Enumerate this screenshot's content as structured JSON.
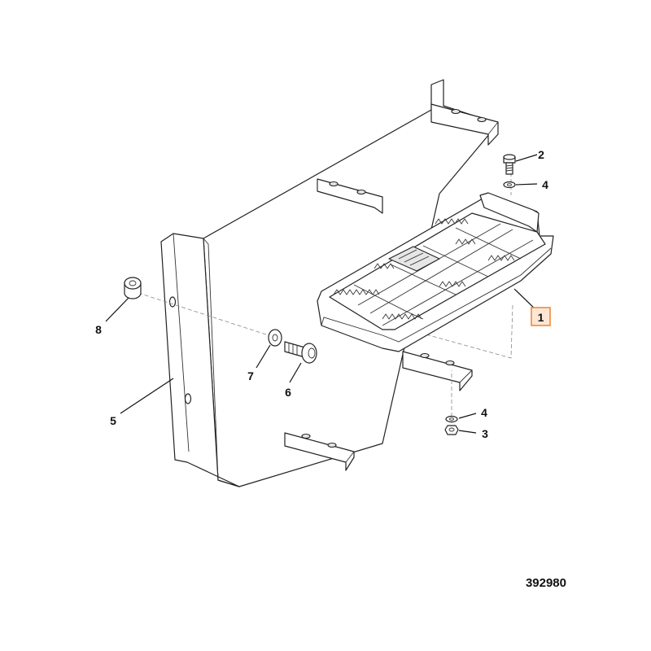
{
  "figure": {
    "reference_number": "392980",
    "highlight_color": "#ee8a3a"
  },
  "callouts": {
    "c1": "1",
    "c2": "2",
    "c3": "3",
    "c4a": "4",
    "c4b": "4",
    "c5": "5",
    "c6": "6",
    "c7": "7",
    "c8": "8"
  }
}
